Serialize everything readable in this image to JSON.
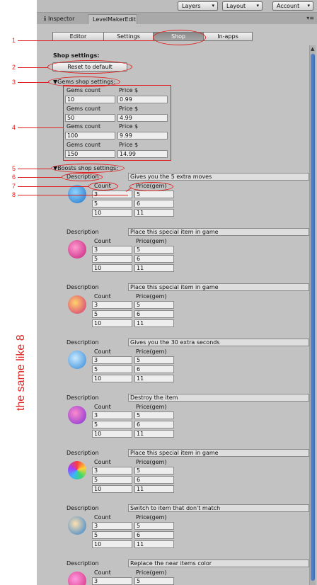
{
  "header": {
    "menus": [
      "Layers",
      "Layout",
      "Account"
    ],
    "tabs": [
      "Inspector",
      "LevelMakerEdit"
    ]
  },
  "toolbar": {
    "tabs": [
      "Editor",
      "Settings",
      "Shop",
      "In-apps"
    ],
    "active": "Shop"
  },
  "shop": {
    "title": "Shop settings:",
    "reset_label": "Reset to default",
    "gems_foldout": "Gems shop settings:",
    "gems_count_label": "Gems count",
    "price_label": "Price $",
    "gems": [
      {
        "count": "10",
        "price": "0.99"
      },
      {
        "count": "50",
        "price": "4.99"
      },
      {
        "count": "100",
        "price": "9.99"
      },
      {
        "count": "150",
        "price": "14.99"
      }
    ],
    "boosts_foldout": "Boosts shop settings:",
    "description_label": "Description",
    "count_label": "Count",
    "price_gem_label": "Price(gem)",
    "boosts": [
      {
        "icon": "extra-moves-icon",
        "description": "Gives you the 5 extra moves",
        "rows": [
          [
            "3",
            "5"
          ],
          [
            "5",
            "6"
          ],
          [
            "10",
            "11"
          ]
        ]
      },
      {
        "icon": "bomb-icon",
        "description": "Place this special item in game",
        "rows": [
          [
            "3",
            "5"
          ],
          [
            "5",
            "6"
          ],
          [
            "10",
            "11"
          ]
        ]
      },
      {
        "icon": "striped-candy-icon",
        "description": "Place this special item in game",
        "rows": [
          [
            "3",
            "5"
          ],
          [
            "5",
            "6"
          ],
          [
            "10",
            "11"
          ]
        ]
      },
      {
        "icon": "hourglass-icon",
        "description": "Gives you the 30 extra seconds",
        "rows": [
          [
            "3",
            "5"
          ],
          [
            "5",
            "6"
          ],
          [
            "10",
            "11"
          ]
        ]
      },
      {
        "icon": "lollipop-hammer-icon",
        "description": "Destroy the item",
        "rows": [
          [
            "3",
            "5"
          ],
          [
            "5",
            "6"
          ],
          [
            "10",
            "11"
          ]
        ]
      },
      {
        "icon": "color-bomb-icon",
        "description": "Place this special item in game",
        "rows": [
          [
            "3",
            "5"
          ],
          [
            "5",
            "6"
          ],
          [
            "10",
            "11"
          ]
        ]
      },
      {
        "icon": "hand-switch-icon",
        "description": "Switch to item that don't match",
        "rows": [
          [
            "3",
            "5"
          ],
          [
            "5",
            "6"
          ],
          [
            "10",
            "11"
          ]
        ]
      },
      {
        "icon": "swirl-candy-icon",
        "description": "Replace the near items color",
        "rows": [
          [
            "3",
            "5"
          ]
        ]
      }
    ]
  },
  "annotations": {
    "numbers": [
      "1",
      "2",
      "3",
      "4",
      "5",
      "6",
      "7",
      "8"
    ],
    "side_note": "the same like 8",
    "color": "#e02020"
  },
  "colors": {
    "panel_bg": "#c2c2c2",
    "scroll_thumb": "#4a7cc4"
  }
}
